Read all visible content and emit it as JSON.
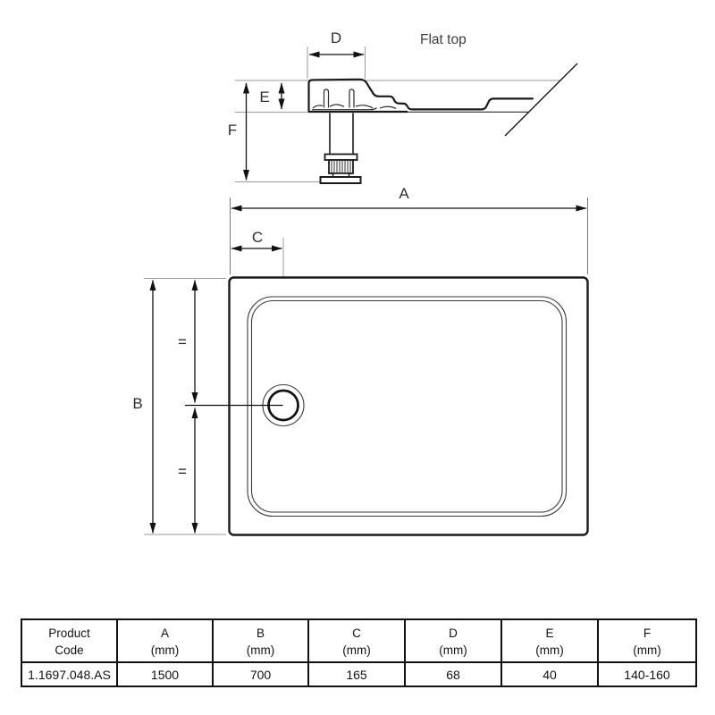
{
  "drawing": {
    "labels": {
      "a": "A",
      "b": "B",
      "c": "C",
      "d": "D",
      "e": "E",
      "f": "F"
    },
    "annotations": {
      "flat_top": "Flat top",
      "equal_top": "=",
      "equal_bottom": "="
    }
  },
  "table": {
    "header": [
      {
        "line1": "Product",
        "line2": "Code"
      },
      {
        "line1": "A",
        "line2": "(mm)"
      },
      {
        "line1": "B",
        "line2": "(mm)"
      },
      {
        "line1": "C",
        "line2": "(mm)"
      },
      {
        "line1": "D",
        "line2": "(mm)"
      },
      {
        "line1": "E",
        "line2": "(mm)"
      },
      {
        "line1": "F",
        "line2": "(mm)"
      }
    ],
    "row": [
      "1.1697.048.AS",
      "1500",
      "700",
      "165",
      "68",
      "40",
      "140-160"
    ]
  },
  "colors": {
    "line": "#1a1a1a",
    "reference": "#999999",
    "text": "#2e2e2e"
  }
}
